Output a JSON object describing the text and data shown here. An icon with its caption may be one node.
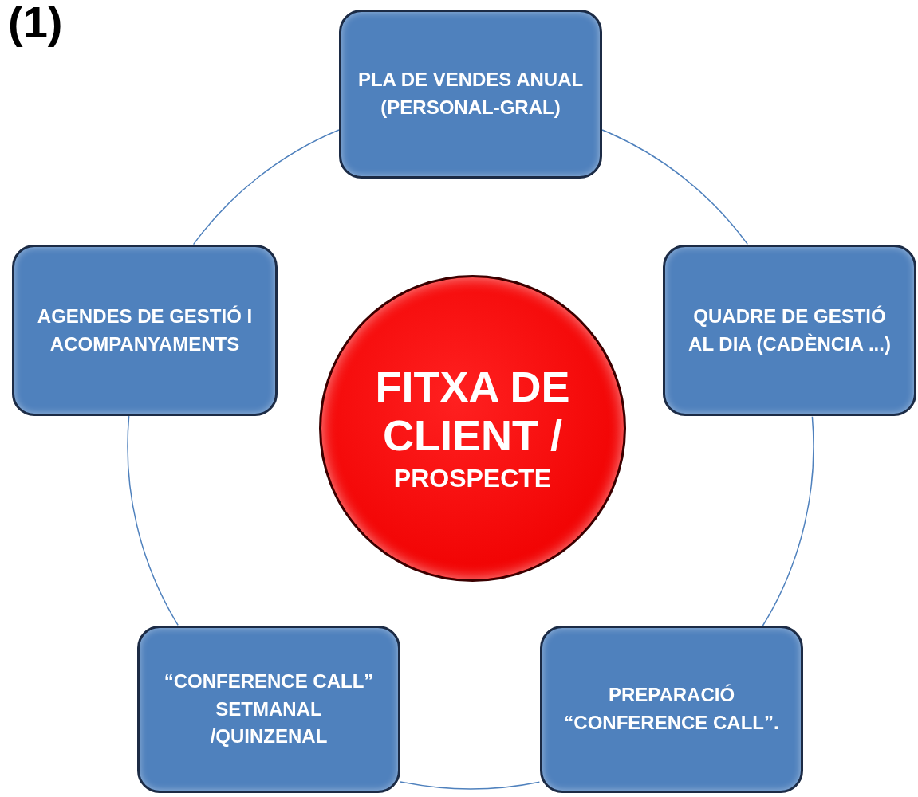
{
  "diagram": {
    "nodes": [
      {
        "text": [
          "PLA DE VENDES ANUAL (PERSONAL-GRAL)"
        ]
      },
      {
        "text": [
          "AGENDES DE GESTIÓ I ACOMPANYAMENTS"
        ]
      },
      {
        "text": [
          "FITXA DE CLIENT /",
          "PROSPECTE"
        ]
      },
      {
        "text": [
          "QUADRE DE GESTIÓ AL DIA (CADÈNCIA ...)"
        ]
      },
      {
        "text": [
          "“CONFERENCE CALL” SETMANAL /QUINZENAL"
        ]
      },
      {
        "text": [
          "PREPARACIÓ “CONFERENCE CALL”."
        ]
      }
    ],
    "edges": [
      {
        "from": 0,
        "to": 3,
        "arrow": "none"
      },
      {
        "from": 3,
        "to": 5,
        "arrow": "none"
      },
      {
        "from": 5,
        "to": 4,
        "arrow": "none"
      },
      {
        "from": 4,
        "to": 1,
        "arrow": "none"
      },
      {
        "from": 1,
        "to": 0,
        "arrow": "none"
      }
    ],
    "labels": [
      "(1)"
    ]
  }
}
